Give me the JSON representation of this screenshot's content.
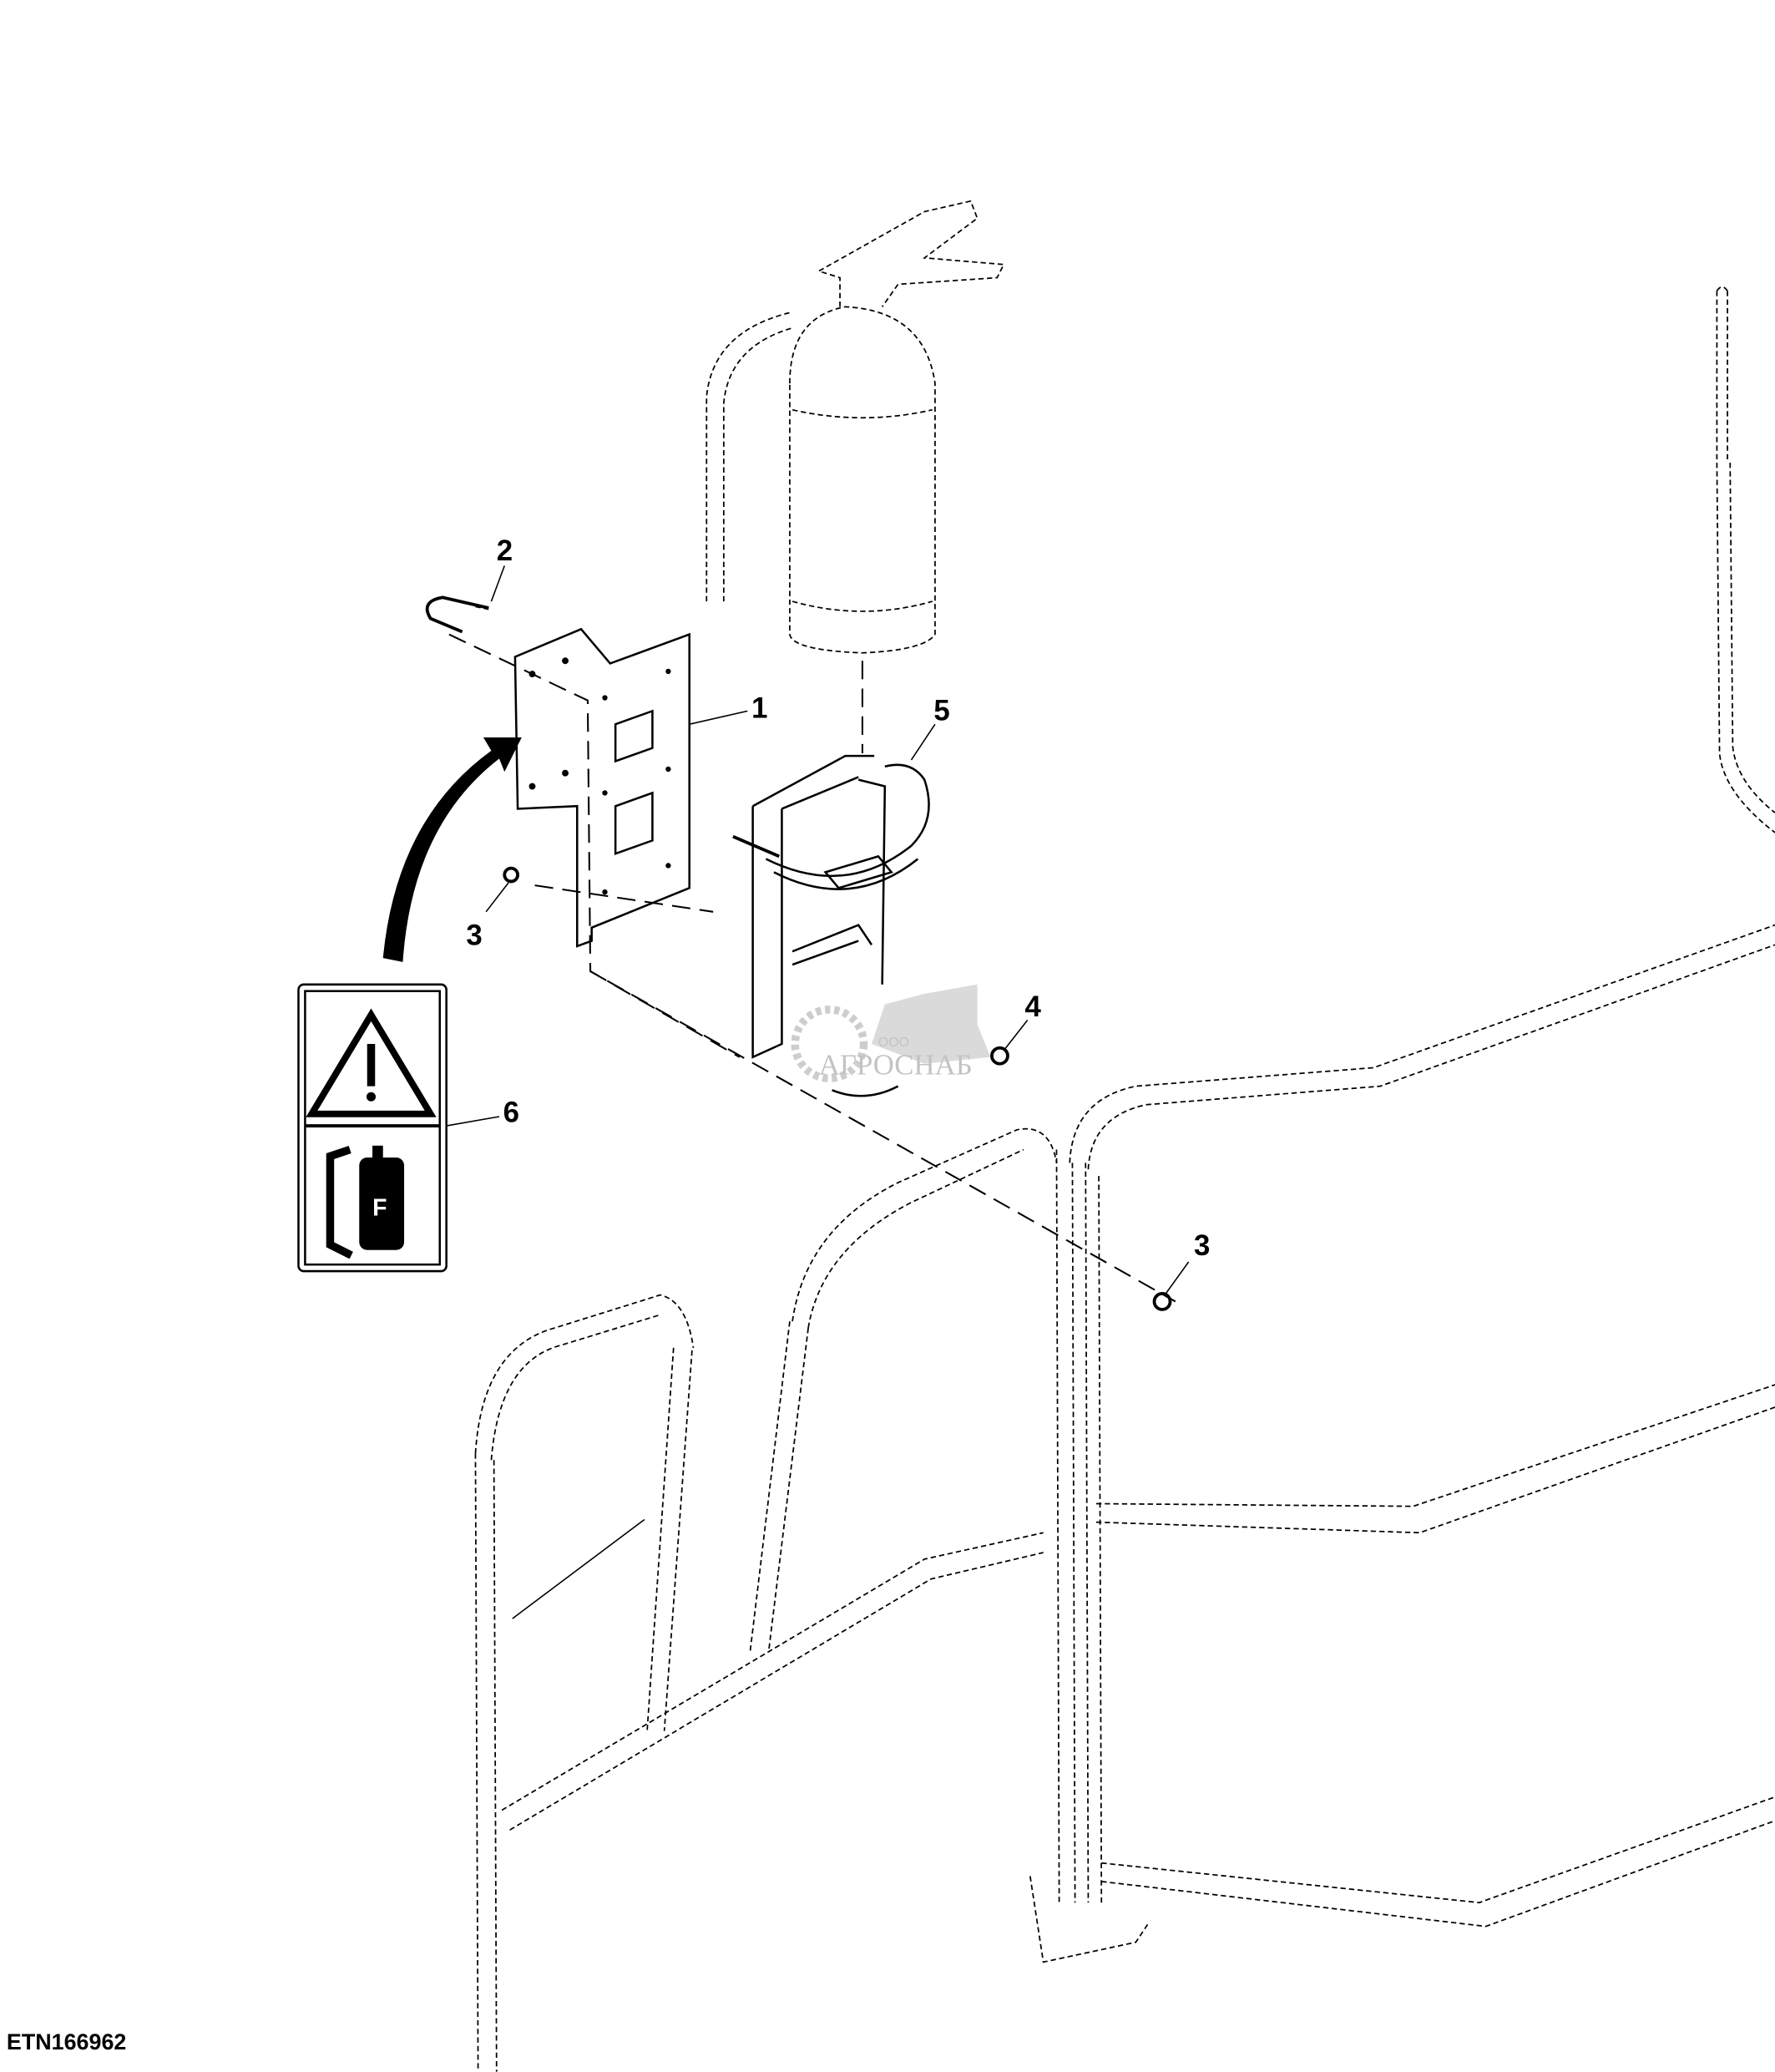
{
  "callouts": {
    "c1": "1",
    "c2": "2",
    "c3a": "3",
    "c3b": "3",
    "c4": "4",
    "c5": "5",
    "c6": "6"
  },
  "decal": {
    "symbol_letter": "F"
  },
  "figure_id": "ETN166962",
  "watermark": {
    "prefix": "ООО",
    "name": "АГРОСНАБ"
  }
}
